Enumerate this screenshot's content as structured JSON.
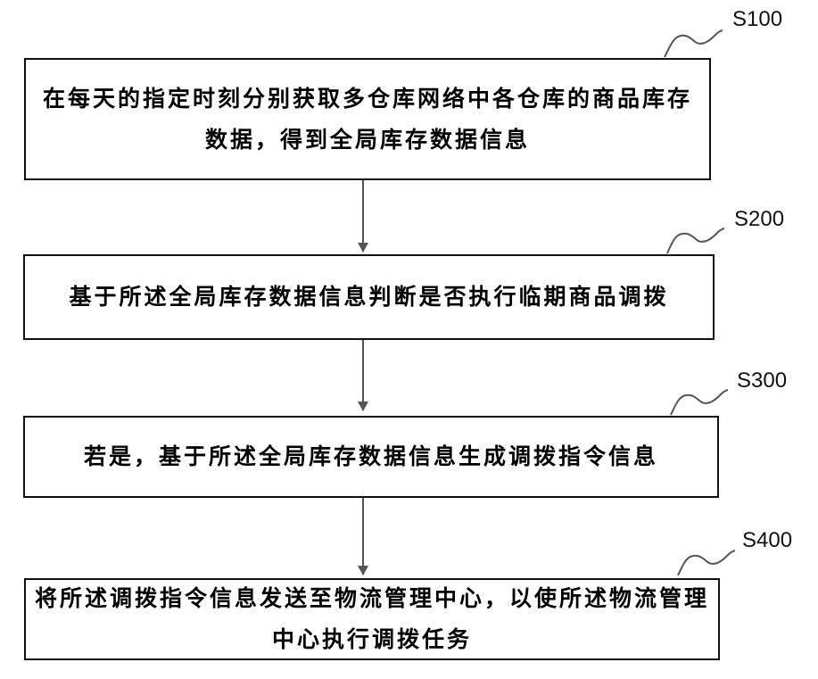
{
  "steps": [
    {
      "id": "S100",
      "text": "在每天的指定时刻分别获取多仓库网络中各仓库的商品库存数据，得到全局库存数据信息"
    },
    {
      "id": "S200",
      "text": "基于所述全局库存数据信息判断是否执行临期商品调拨"
    },
    {
      "id": "S300",
      "text": "若是，基于所述全局库存数据信息生成调拨指令信息"
    },
    {
      "id": "S400",
      "text": "将所述调拨指令信息发送至物流管理中心，以使所述物流管理中心执行调拨任务"
    }
  ]
}
